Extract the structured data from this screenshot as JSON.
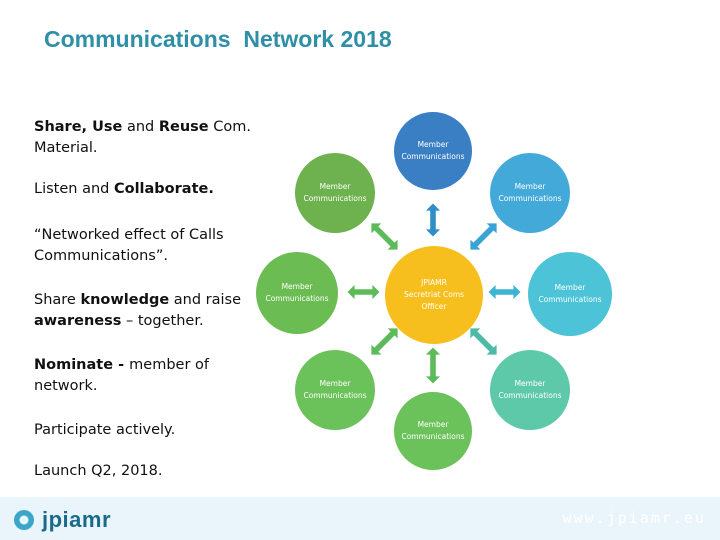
{
  "title": "Communications  Network 2018",
  "bullets": [
    {
      "parts": [
        {
          "t": "Share, Use",
          "b": true
        },
        {
          "t": " and ",
          "b": false
        },
        {
          "t": "Reuse",
          "b": true
        },
        {
          "t": " Com. Material.",
          "b": false
        }
      ]
    },
    {
      "parts": [
        {
          "t": "Listen and ",
          "b": false
        },
        {
          "t": "Collaborate.",
          "b": true
        }
      ]
    },
    {
      "parts": [
        {
          "t": "“Networked effect of Calls Communications”.",
          "b": false
        }
      ]
    },
    {
      "parts": [
        {
          "t": "Share ",
          "b": false
        },
        {
          "t": "knowledge",
          "b": true
        },
        {
          "t": " and raise ",
          "b": false
        },
        {
          "t": "awareness",
          "b": true
        },
        {
          "t": " – together.",
          "b": false
        }
      ]
    },
    {
      "parts": [
        {
          "t": "Nominate - ",
          "b": true
        },
        {
          "t": "member of network.",
          "b": false
        }
      ]
    },
    {
      "parts": [
        {
          "t": "Participate actively.",
          "b": false
        }
      ]
    },
    {
      "parts": [
        {
          "t": "Launch Q2, 2018.",
          "b": false
        }
      ]
    }
  ],
  "diagram": {
    "center": {
      "line1": "JPIAMR",
      "line2": "Secretriat Coms",
      "line3": "Officer",
      "color": "#f6bf1e"
    },
    "member_label_1": "Member",
    "member_label_2": "Communications",
    "members": [
      {
        "id": "top",
        "color": "#3a7fc3"
      },
      {
        "id": "top-right",
        "color": "#43a9d9"
      },
      {
        "id": "right",
        "color": "#4cc3d7"
      },
      {
        "id": "bottom-right",
        "color": "#5ec9a9"
      },
      {
        "id": "bottom",
        "color": "#6cc25a"
      },
      {
        "id": "bottom-left",
        "color": "#6cc25a"
      },
      {
        "id": "left",
        "color": "#6bbd53"
      },
      {
        "id": "top-left",
        "color": "#6db24f"
      }
    ],
    "arrow_colors": {
      "top": "#2f8ec7",
      "top-right": "#3aa3d6",
      "right": "#3fb3d3",
      "bottom-right": "#4bbba7",
      "bottom": "#5cba58",
      "bottom-left": "#5cba58",
      "left": "#5cba58",
      "top-left": "#5cba58"
    }
  },
  "footer": {
    "logo_text": "jpiamr",
    "url": "www.jpiamr.eu",
    "logo_color": "#3aa6c9"
  }
}
